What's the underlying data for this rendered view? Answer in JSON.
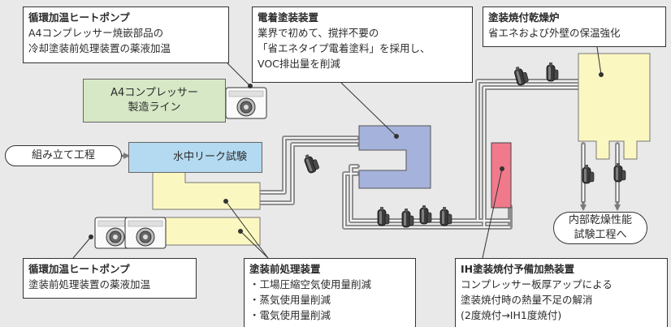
{
  "callouts": {
    "heatpump_top": {
      "title": "循環加温ヒートポンプ",
      "lines": [
        "A4コンプレッサー焼嵌部品の",
        "冷却塗装前処理装置の薬液加温"
      ]
    },
    "electrodeposition": {
      "title": "電着塗装装置",
      "lines": [
        "業界で初めて、撹拌不要の",
        "「省エネタイプ電着塗料」を採用し、",
        "VOC排出量を削減"
      ]
    },
    "baking_furnace": {
      "title": "塗装焼付乾燥炉",
      "lines": [
        "省エネおよび外壁の保温強化"
      ]
    },
    "heatpump_bottom": {
      "title": "循環加温ヒートポンプ",
      "lines": [
        "塗装前処理装置の薬液加温"
      ]
    },
    "pretreatment": {
      "title": "塗装前処理装置",
      "lines": [
        "・工場圧縮空気使用量削減",
        "・蒸気使用量削減",
        "・電気使用量削減"
      ]
    },
    "ih_preheater": {
      "title": "IH塗装焼付予備加熱装置",
      "lines": [
        "コンプレッサー板厚アップによる",
        "塗装焼付時の熱量不足の解消",
        "(2度焼付→IH1度焼付)"
      ]
    }
  },
  "process": {
    "a4_line": [
      "A4コンプレッサー",
      "製造ライン"
    ],
    "assembly": "組み立て工程",
    "leak_test": "水中リーク試験",
    "internal_test": [
      "内部乾燥性能",
      "試験工程へ"
    ]
  },
  "colors": {
    "green": "#d6e8c6",
    "blue": "#b3daf1",
    "yellow": "#fbf7c0",
    "purple": "#a5b2dc",
    "red": "#f07a8c",
    "flow": "#8e8e8e"
  }
}
